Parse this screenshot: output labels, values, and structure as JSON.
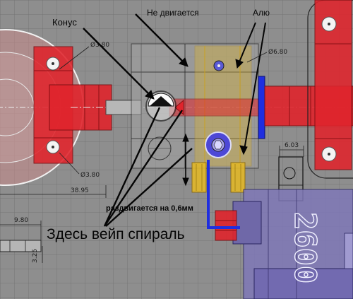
{
  "annotations": {
    "cone": "Конус",
    "not_moving": "Не двигается",
    "aluminum": "Алю",
    "expands": "раздвигается на 0,6мм",
    "vape_coil": "Здесь вейп спираль"
  },
  "dimensions": {
    "diam_top": "Ø3.80",
    "diam_bottom": "Ø3.80",
    "diam_right": "Ø6.80",
    "len_left": "38.95",
    "len_bottom_left": "9.80",
    "vertical": "3.25",
    "width_right": "6.03"
  },
  "part_engraving": "2600",
  "colors": {
    "background": "#8e8e8e",
    "part_red": "#e0242c",
    "part_blue_plate": "#7f78b8",
    "aluminum_yellow": "#e2b82a",
    "rod_blue": "#1f2ee0",
    "pin_blue": "#4d48d6"
  }
}
